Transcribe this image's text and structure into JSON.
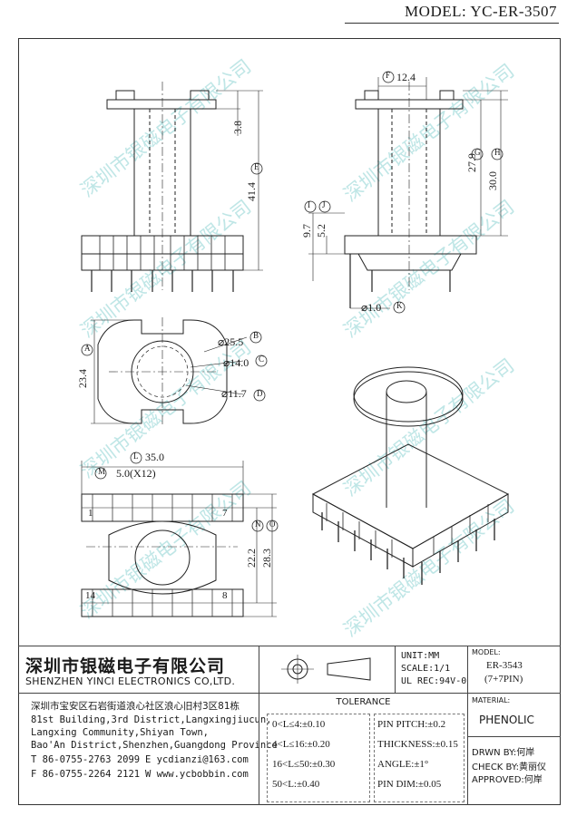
{
  "model": "MODEL: YC-ER-3507",
  "watermark": "深圳市银磁电子有限公司",
  "dims": {
    "F": "F",
    "F_val": "12.4",
    "G": "G",
    "G_val": "27.9",
    "H": "H",
    "H_val": "30.0",
    "E": "E",
    "E_val": "41.4",
    "top_val": "3.8",
    "I": "I",
    "I_val": "9.7",
    "J": "J",
    "J_val": "5.2",
    "K": "K",
    "K_val": "⌀1.0",
    "A": "A",
    "A_val": "23.4",
    "B": "B",
    "B_val": "⌀25.5",
    "C": "C",
    "C_val": "⌀14.0",
    "D": "D",
    "D_val": "⌀11.7",
    "L": "L",
    "L_val": "35.0",
    "M": "M",
    "M_val": "5.0(X12)",
    "N": "N",
    "N_val": "22.2",
    "O": "O",
    "O_val": "28.3",
    "pin1": "1",
    "pin7": "7",
    "pin14": "14",
    "pin8": "8"
  },
  "titleblock": {
    "company_cn": "深圳市银磁电子有限公司",
    "company_en": "SHENZHEN YINCI ELECTRONICS CO,LTD.",
    "unit": "UNIT:MM",
    "scale": "SCALE:1/1",
    "ul": "UL REC:94V-0",
    "model_label": "MODEL:",
    "model_value": "ER-3543",
    "pins": "(7+7PIN)",
    "material_label": "MATERIAL:",
    "material_value": "PHENOLIC",
    "address_cn": "深圳市宝安区石岩街道浪心社区浪心旧村3区81栋",
    "address_en": [
      "81st Building,3rd District,Langxingjiucun,",
      "Langxing Community,Shiyan Town,",
      "Bao'An District,Shenzhen,Guangdong Province"
    ],
    "tel": "T 86-0755-2763 2099",
    "email": "E ycdianzi@163.com",
    "fax": "F 86-0755-2264 2121",
    "web": "W www.ycbobbin.com",
    "tolerance_title": "TOLERANCE",
    "tol_left": [
      "0<L≤4:±0.10",
      "4<L≤16:±0.20",
      "16<L≤50:±0.30",
      "50<L:±0.40"
    ],
    "tol_right": [
      "PIN PITCH:±0.2",
      "THICKNESS:±0.15",
      "ANGLE:±1°",
      "PIN DIM:±0.05"
    ],
    "drawn_by": "DRWN BY:何岸",
    "check_by": "CHECK BY:黄丽仪",
    "approved": "APPROVED:何岸"
  }
}
